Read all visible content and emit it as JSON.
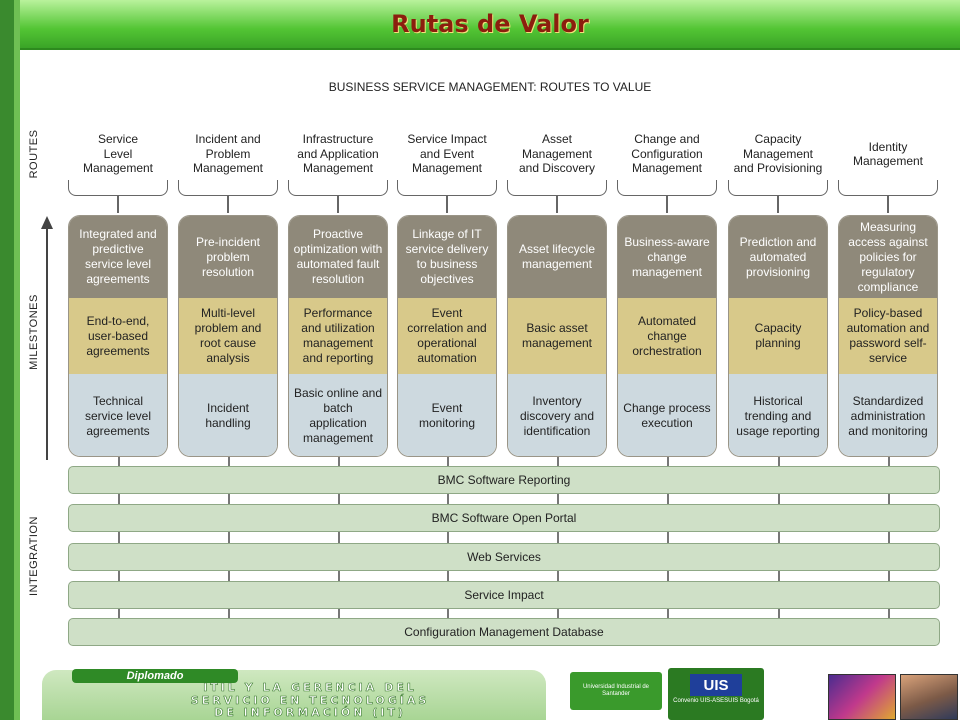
{
  "header": {
    "title": "Rutas de Valor"
  },
  "diagram": {
    "title": "BUSINESS SERVICE MANAGEMENT: ROUTES TO VALUE",
    "side_labels": {
      "routes": "ROUTES",
      "milestones": "MILESTONES",
      "integration": "INTEGRATION"
    },
    "routes": [
      {
        "name": "Service\nLevel\nManagement",
        "top": "Integrated and predictive service level agreements",
        "middle": "End-to-end, user-based agreements",
        "bottom": "Technical service level agreements"
      },
      {
        "name": "Incident and\nProblem\nManagement",
        "top": "Pre-incident problem resolution",
        "middle": "Multi-level problem and root cause analysis",
        "bottom": "Incident handling"
      },
      {
        "name": "Infrastructure\nand Application\nManagement",
        "top": "Proactive optimization with automated fault resolution",
        "middle": "Performance and utilization management and reporting",
        "bottom": "Basic online and batch application management"
      },
      {
        "name": "Service Impact\nand Event\nManagement",
        "top": "Linkage of IT service delivery to business objectives",
        "middle": "Event correlation and operational automation",
        "bottom": "Event monitoring"
      },
      {
        "name": "Asset\nManagement\nand Discovery",
        "top": "Asset lifecycle management",
        "middle": "Basic asset management",
        "bottom": "Inventory discovery and identification"
      },
      {
        "name": "Change and\nConfiguration\nManagement",
        "top": "Business-aware change management",
        "middle": "Automated change orchestration",
        "bottom": "Change process execution"
      },
      {
        "name": "Capacity\nManagement\nand Provisioning",
        "top": "Prediction and automated provisioning",
        "middle": "Capacity planning",
        "bottom": "Historical trending and usage reporting"
      },
      {
        "name": "Identity\nManagement",
        "top": "Measuring access against policies for regulatory compliance",
        "middle": "Policy-based automation and password self-service",
        "bottom": "Standardized administration and monitoring"
      }
    ],
    "integration": [
      "BMC Software Reporting",
      "BMC Software Open Portal",
      "Web Services",
      "Service Impact",
      "Configuration Management Database"
    ]
  },
  "footer": {
    "tag": "Diplomado",
    "line1": "ITIL Y LA GERENCIA DEL",
    "line2": "SERVICIO EN TECNOLOGÍAS",
    "line3": "DE INFORMACIÓN (IT)",
    "university": "Universidad Industrial de Santander",
    "logo": "UIS",
    "agreement": "Convenio UIS-ASESUIS Bogotá"
  },
  "colors": {
    "title_bar": "#53c534",
    "title_text": "#8b1e0e",
    "milestone_top": "#8f897a",
    "milestone_middle": "#d8c98a",
    "milestone_bottom": "#cdd9df",
    "integration_bar": "#cfe0c7"
  }
}
